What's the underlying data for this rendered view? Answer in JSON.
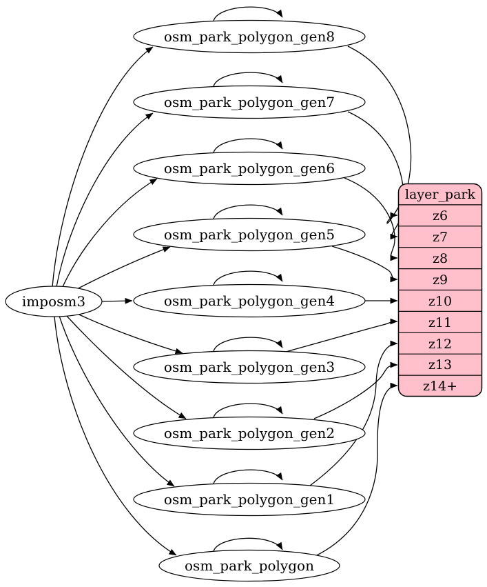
{
  "source": {
    "label": "imposm3"
  },
  "tables": [
    {
      "label": "osm_park_polygon_gen8",
      "feeds_zoom": "z6",
      "self_loop": true
    },
    {
      "label": "osm_park_polygon_gen7",
      "feeds_zoom": "z7",
      "self_loop": true
    },
    {
      "label": "osm_park_polygon_gen6",
      "feeds_zoom": "z8",
      "self_loop": true
    },
    {
      "label": "osm_park_polygon_gen5",
      "feeds_zoom": "z9",
      "self_loop": true
    },
    {
      "label": "osm_park_polygon_gen4",
      "feeds_zoom": "z10",
      "self_loop": true
    },
    {
      "label": "osm_park_polygon_gen3",
      "feeds_zoom": "z11",
      "self_loop": true
    },
    {
      "label": "osm_park_polygon_gen2",
      "feeds_zoom": "z13",
      "self_loop": true
    },
    {
      "label": "osm_park_polygon_gen1",
      "feeds_zoom": "z12",
      "self_loop": true
    },
    {
      "label": "osm_park_polygon",
      "feeds_zoom": "z14+",
      "self_loop": true
    }
  ],
  "layer": {
    "header": "layer_park",
    "rows": [
      "z6",
      "z7",
      "z8",
      "z9",
      "z10",
      "z11",
      "z12",
      "z13",
      "z14+"
    ]
  },
  "edges": [
    {
      "from": "imposm3",
      "to": "osm_park_polygon_gen8"
    },
    {
      "from": "imposm3",
      "to": "osm_park_polygon_gen7"
    },
    {
      "from": "imposm3",
      "to": "osm_park_polygon_gen6"
    },
    {
      "from": "imposm3",
      "to": "osm_park_polygon_gen5"
    },
    {
      "from": "imposm3",
      "to": "osm_park_polygon_gen4"
    },
    {
      "from": "imposm3",
      "to": "osm_park_polygon_gen3"
    },
    {
      "from": "imposm3",
      "to": "osm_park_polygon_gen2"
    },
    {
      "from": "imposm3",
      "to": "osm_park_polygon_gen1"
    },
    {
      "from": "imposm3",
      "to": "osm_park_polygon"
    },
    {
      "from": "osm_park_polygon_gen8",
      "to": "osm_park_polygon_gen8"
    },
    {
      "from": "osm_park_polygon_gen7",
      "to": "osm_park_polygon_gen7"
    },
    {
      "from": "osm_park_polygon_gen6",
      "to": "osm_park_polygon_gen6"
    },
    {
      "from": "osm_park_polygon_gen5",
      "to": "osm_park_polygon_gen5"
    },
    {
      "from": "osm_park_polygon_gen4",
      "to": "osm_park_polygon_gen4"
    },
    {
      "from": "osm_park_polygon_gen3",
      "to": "osm_park_polygon_gen3"
    },
    {
      "from": "osm_park_polygon_gen2",
      "to": "osm_park_polygon_gen2"
    },
    {
      "from": "osm_park_polygon_gen1",
      "to": "osm_park_polygon_gen1"
    },
    {
      "from": "osm_park_polygon",
      "to": "osm_park_polygon"
    },
    {
      "from": "osm_park_polygon_gen8",
      "to": "layer_park.z6"
    },
    {
      "from": "osm_park_polygon_gen7",
      "to": "layer_park.z7"
    },
    {
      "from": "osm_park_polygon_gen6",
      "to": "layer_park.z8"
    },
    {
      "from": "osm_park_polygon_gen5",
      "to": "layer_park.z9"
    },
    {
      "from": "osm_park_polygon_gen4",
      "to": "layer_park.z10"
    },
    {
      "from": "osm_park_polygon_gen3",
      "to": "layer_park.z11"
    },
    {
      "from": "osm_park_polygon_gen1",
      "to": "layer_park.z12"
    },
    {
      "from": "osm_park_polygon_gen2",
      "to": "layer_park.z13"
    },
    {
      "from": "osm_park_polygon",
      "to": "layer_park.z14+"
    }
  ],
  "colors": {
    "layer_fill": "#ffc0cb",
    "table_fill": "#ffffff",
    "stroke": "#000000",
    "background": "#ffffff"
  }
}
